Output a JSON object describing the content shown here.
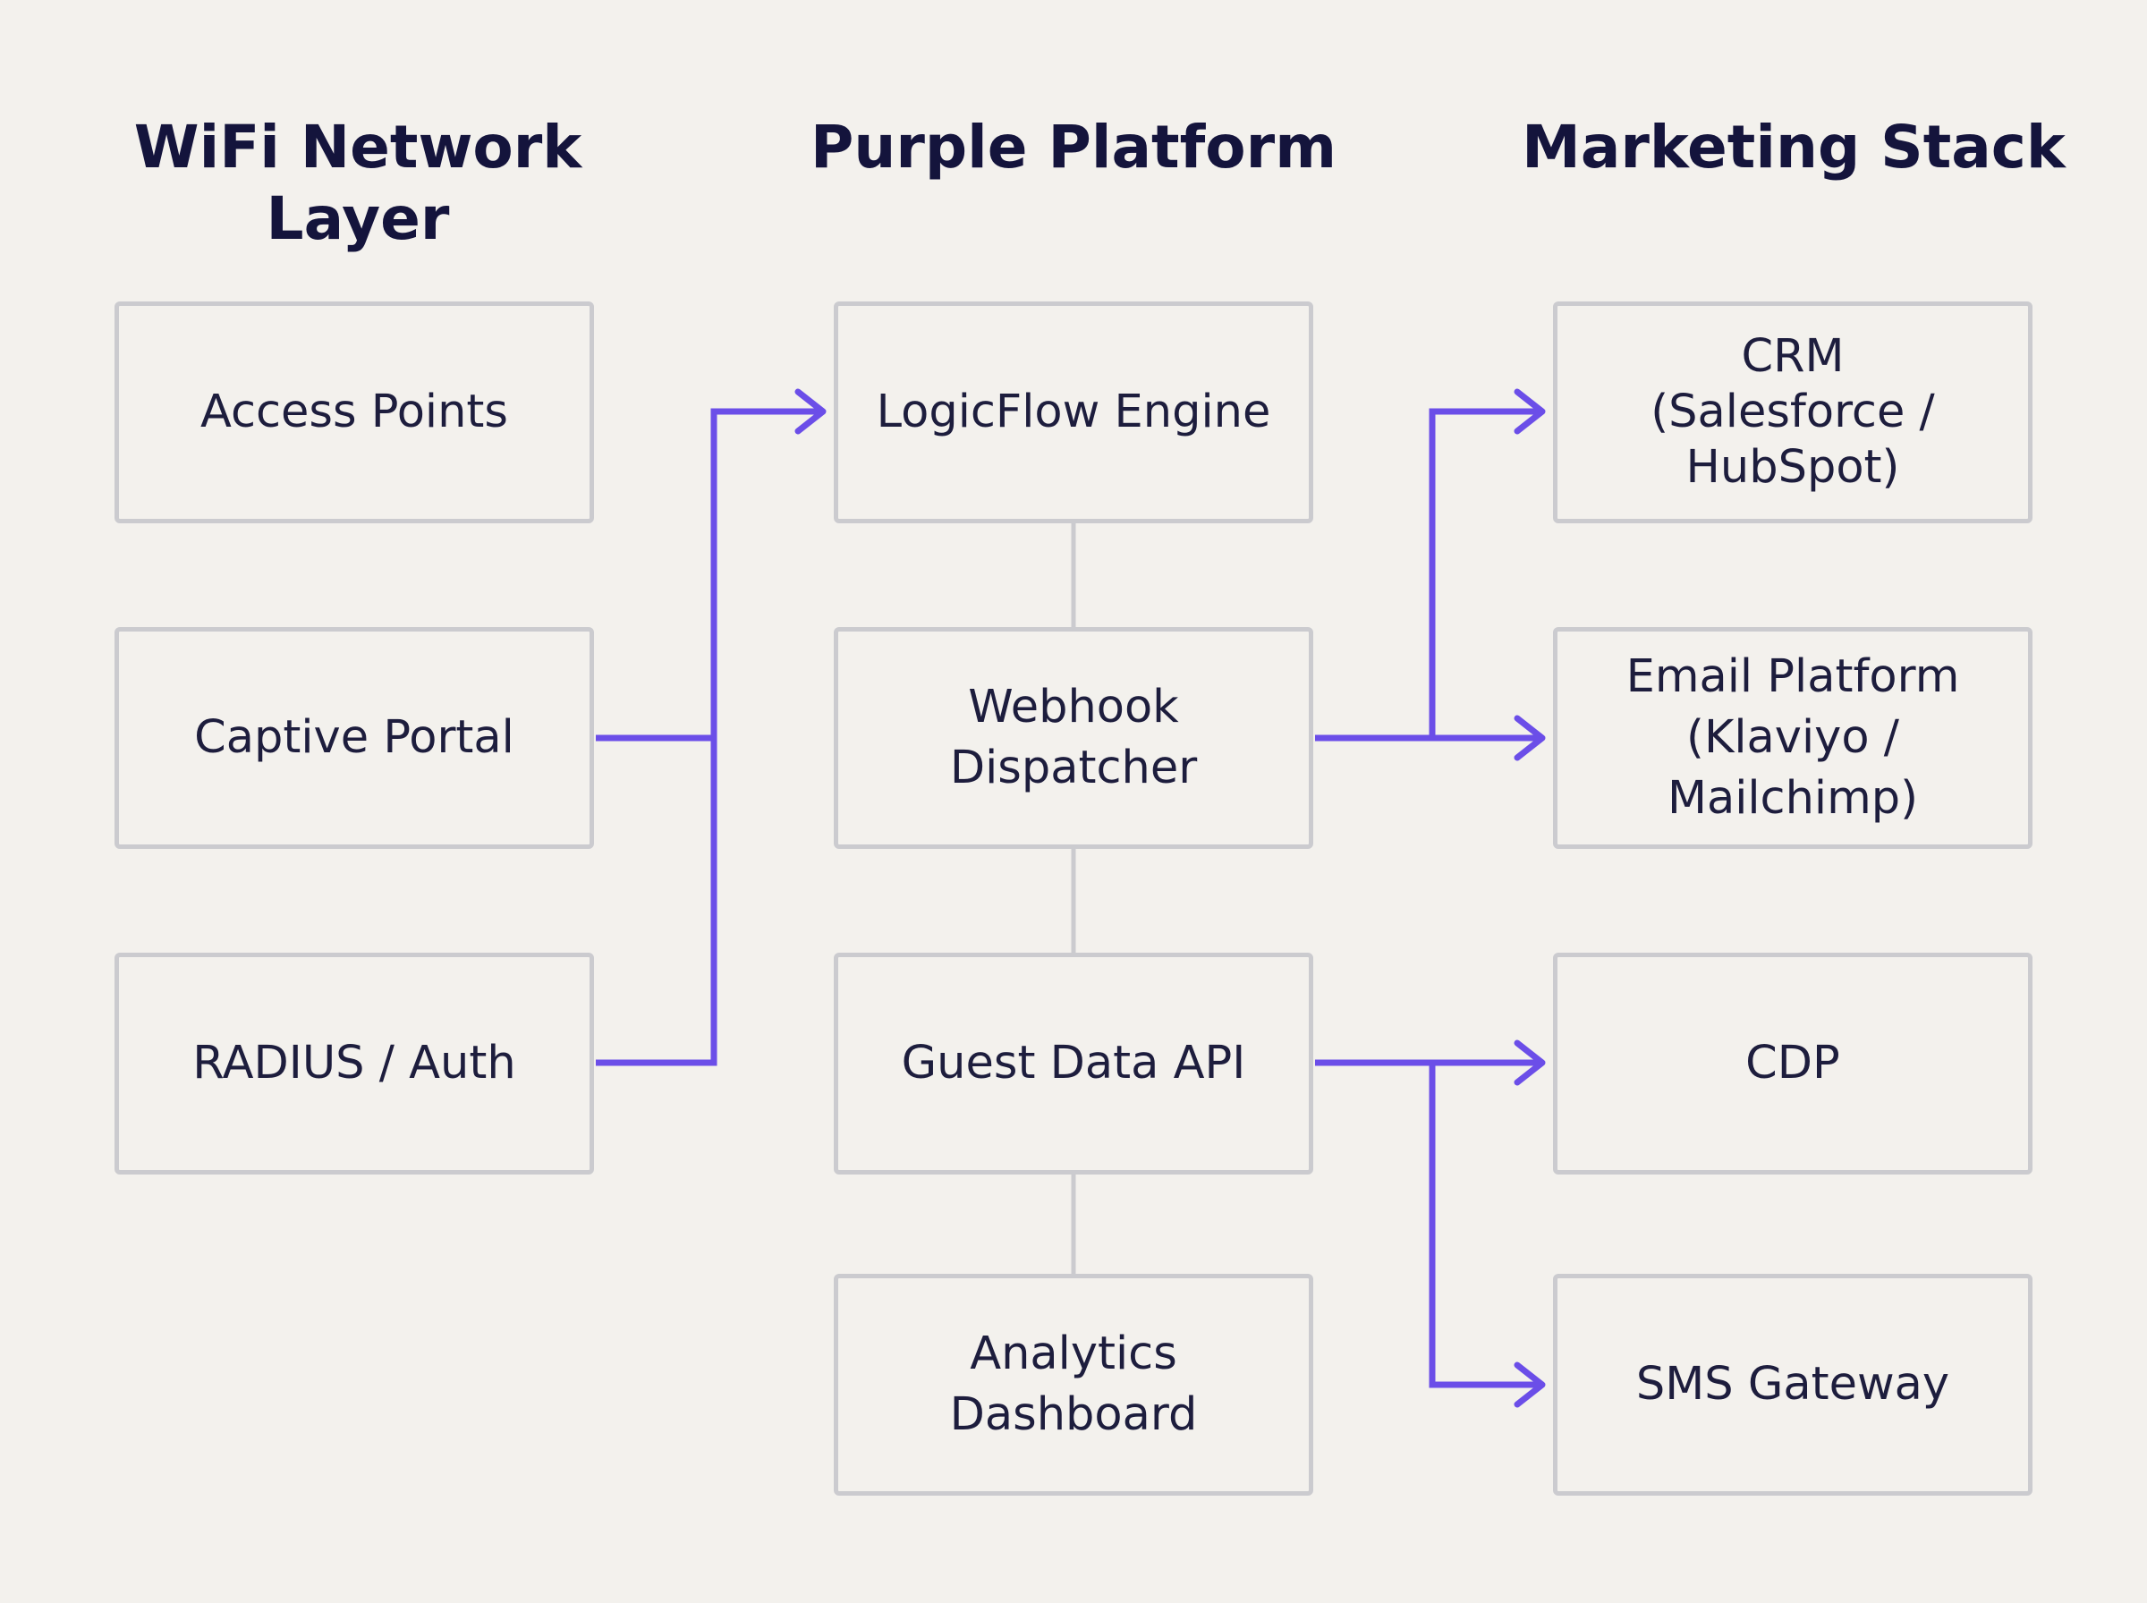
{
  "columns": {
    "wifi_title": "WiFi Network\nLayer",
    "platform_title": "Purple Platform",
    "marketing_title": "Marketing Stack"
  },
  "wifi_nodes": {
    "access_points": "Access Points",
    "captive_portal": "Captive Portal",
    "radius_auth": "RADIUS / Auth"
  },
  "platform_nodes": {
    "logicflow_engine": "LogicFlow Engine",
    "webhook_dispatcher": "Webhook\nDispatcher",
    "guest_data_api": "Guest Data API",
    "analytics_dashboard": "Analytics\nDashboard"
  },
  "marketing_nodes": {
    "crm": "CRM\n(Salesforce /\nHubSpot)",
    "email_platform": "Email Platform\n(Klaviyo / Mailchimp)",
    "cdp": "CDP",
    "sms_gateway": "SMS Gateway"
  },
  "colors": {
    "background": "#f3f1ed",
    "box_border": "#cbcbcf",
    "arrow": "#6b4ee8",
    "title_text": "#14143c"
  }
}
